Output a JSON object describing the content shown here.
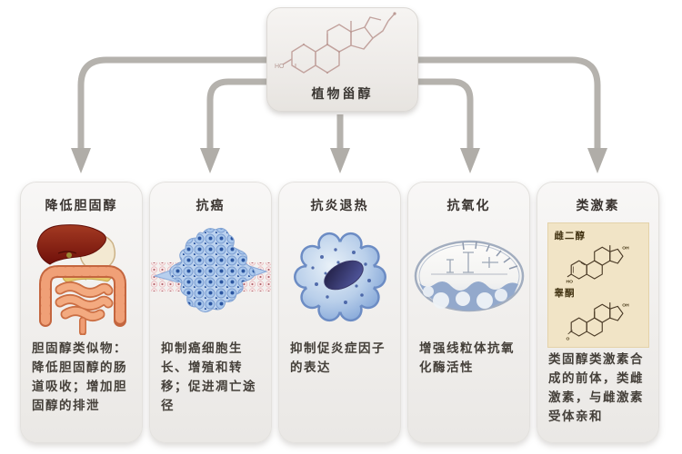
{
  "source": {
    "label": "植物甾醇",
    "illustration": "phytosterol-molecule"
  },
  "columns": [
    {
      "title": "降低胆固醇",
      "illustration": "digestive-system",
      "description": "胆固醇类似物：降低胆固醇的肠道吸收；增加胆固醇的排泄"
    },
    {
      "title": "抗癌",
      "illustration": "cancer-cells-crossing-tissue",
      "description": "抑制癌细胞生长、增殖和转移；促进凋亡途径"
    },
    {
      "title": "抗炎退热",
      "illustration": "immune-cell",
      "description": "抑制促炎症因子的表达"
    },
    {
      "title": "抗氧化",
      "illustration": "mitochondrion",
      "description": "增强线粒体抗氧化酶活性"
    },
    {
      "title": "类激素",
      "illustration": "steroid-hormone-structures",
      "hormones": [
        {
          "name": "雌二醇",
          "label_left": "HO",
          "label_right": "OH"
        },
        {
          "name": "睾酮",
          "label_left": "O",
          "label_right": "OH"
        }
      ],
      "description": "类固醇类激素合成的前体，类雌激素，与雌激素受体亲和"
    }
  ],
  "colors": {
    "arrow": "#b5b2ad",
    "card_background": "#f1efec",
    "liver_red": "#8c1d10",
    "intestine_salmon": "#ef9d74",
    "tumor_blue": "#2b55a0",
    "cell_blue": "#8fafdc",
    "hormone_panel_beige": "#f1e4c6"
  }
}
